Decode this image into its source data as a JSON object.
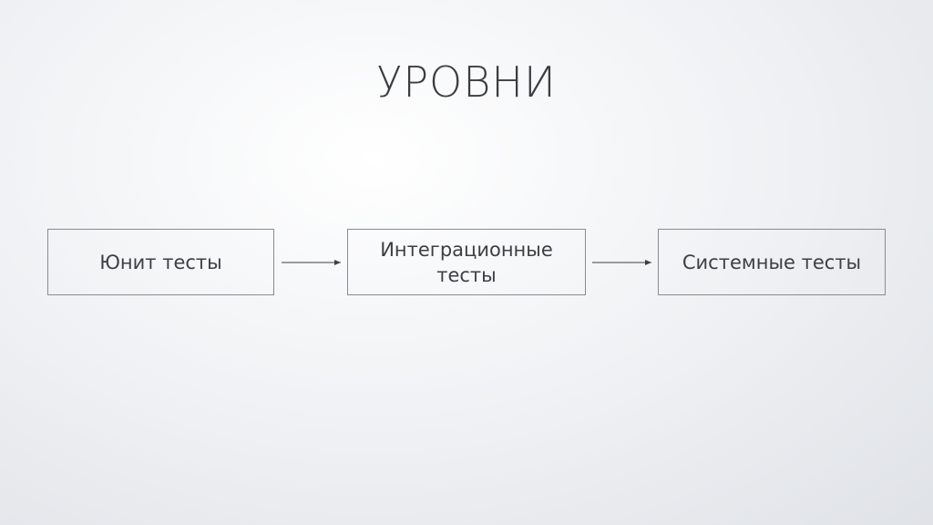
{
  "slide": {
    "title": "УРОВНИ"
  },
  "diagram": {
    "nodes": [
      {
        "id": "unit",
        "label": "Юнит тесты"
      },
      {
        "id": "integration",
        "label": "Интеграционные\nтесты"
      },
      {
        "id": "system",
        "label": "Системные тесты"
      }
    ],
    "edges": [
      {
        "from": "unit",
        "to": "integration"
      },
      {
        "from": "integration",
        "to": "system"
      }
    ],
    "colors": {
      "box_border": "#8a8b8e",
      "text": "#3e3f42",
      "arrow": "#3e3f42"
    }
  }
}
